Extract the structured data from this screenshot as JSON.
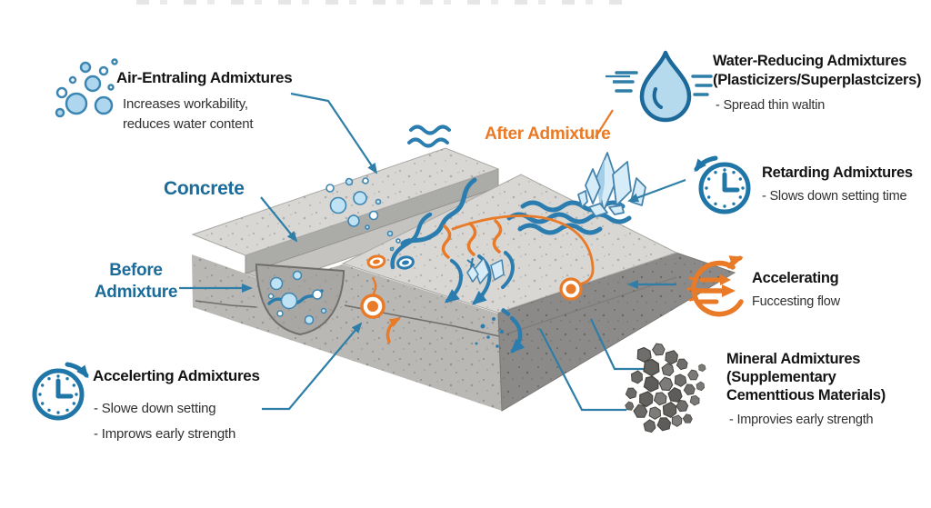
{
  "colors": {
    "blue_label": "#1c6b99",
    "teal_connector": "#2e7ea8",
    "orange_accent": "#e87a28",
    "heading_text": "#141414",
    "body_text": "#303030",
    "concrete_light": "#d8d7d4",
    "concrete_mid": "#b9b8b5",
    "concrete_dark": "#8b8a88"
  },
  "scene": {
    "concrete_label": "Concrete",
    "before_line1": "Before",
    "before_line2": "Admixture",
    "after_label": "After Admixture"
  },
  "callouts": {
    "air_entraining": {
      "icon": "bubbles-icon",
      "title": "Air-Entraling Admixtures",
      "desc1": "Increases workability,",
      "desc2": "reduces water content"
    },
    "water_reducing": {
      "icon": "water-drop-icon",
      "title1": "Water-Reducing Admixtures",
      "title2": "(Plasticizers/Superplastcizers)",
      "desc1": "- Spread thin waltin"
    },
    "retarding": {
      "icon": "clock-counterclockwise-icon",
      "title": "Retarding Admixtures",
      "desc1": "- Slows down setting time"
    },
    "accelerating_right": {
      "icon": "speedometer-arrows-icon",
      "title": "Accelerating",
      "desc1": "Fuccesting flow"
    },
    "mineral": {
      "icon": "rocks-icon",
      "title1": "Mineral Admixtures",
      "title2": "(Supplementary",
      "title3": "Cementtious Materials)",
      "desc1": "- Improvies early strength"
    },
    "accelerating_left": {
      "icon": "clock-clockwise-icon",
      "title": "Accelerting Admixtures",
      "desc1": "- Slowe down setting",
      "desc2": "- Improws early strength"
    }
  }
}
